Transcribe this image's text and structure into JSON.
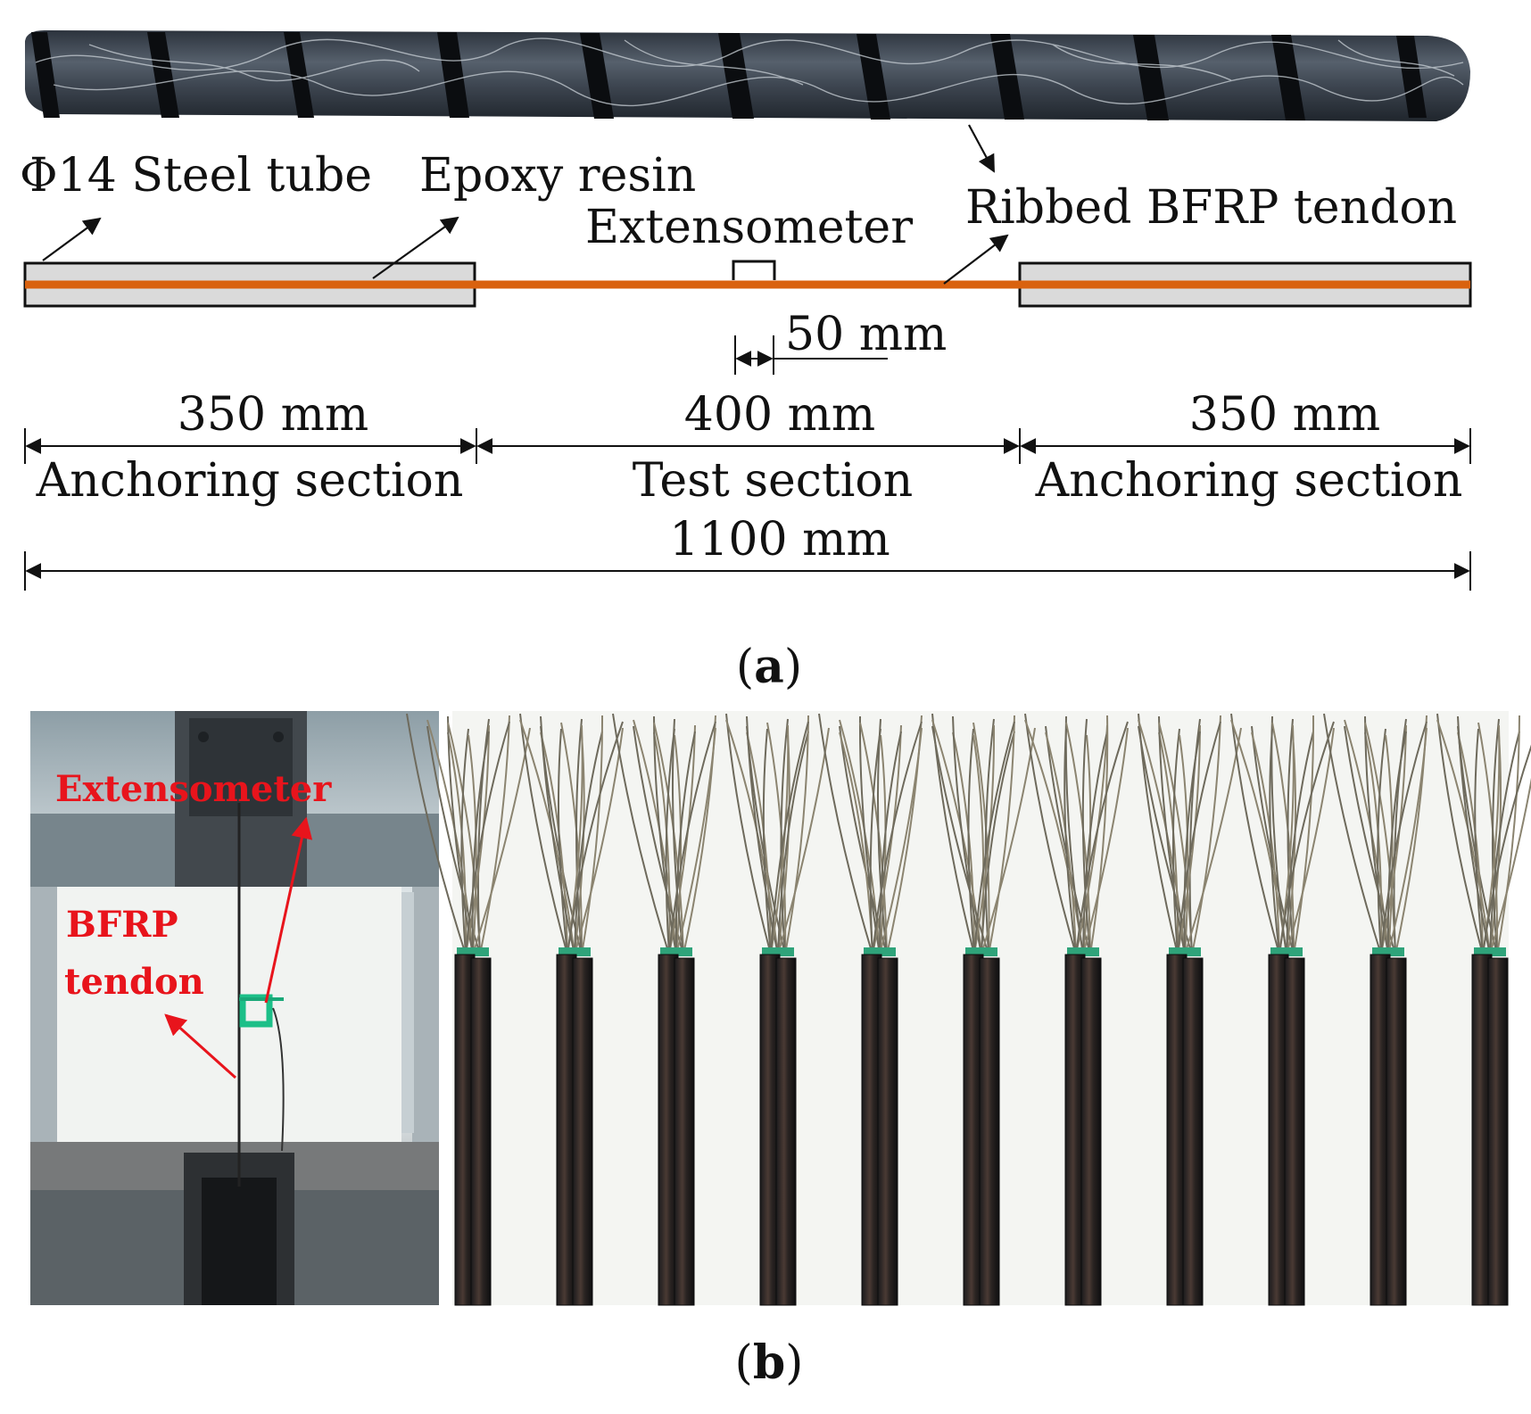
{
  "panel_a": {
    "labels": {
      "steel_tube": "Φ14 Steel tube",
      "epoxy": "Epoxy resin",
      "extensometer": "Extensometer",
      "tendon": "Ribbed BFRP tendon",
      "gauge": "50 mm"
    },
    "dimensions": {
      "left_length": "350 mm",
      "left_name": "Anchoring section",
      "mid_length": "400 mm",
      "mid_name": "Test section",
      "right_length": "350 mm",
      "right_name": "Anchoring section",
      "total": "1100 mm"
    },
    "caption_letter": "a"
  },
  "panel_b": {
    "labels": {
      "extensometer": "Extensometer",
      "bfrp_line1": "BFRP",
      "bfrp_line2": "tendon"
    },
    "specimen_count": 11,
    "caption_letter": "b"
  },
  "colors": {
    "tendon": "#d9620f",
    "tube_fill": "#dadada",
    "annotation_red": "#e8141c",
    "rod_dark": "#3a4350"
  }
}
